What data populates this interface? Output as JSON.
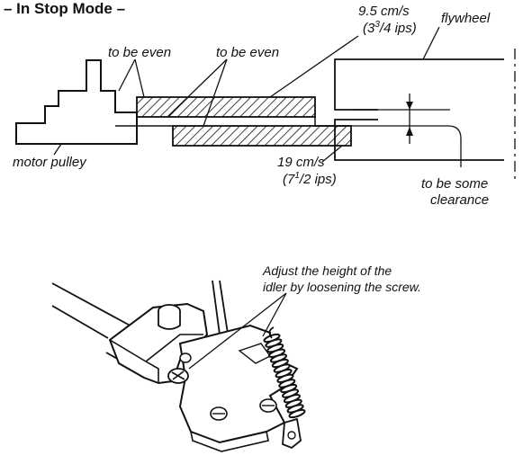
{
  "title": "– In Stop Mode –",
  "labels": {
    "speed_slow": "9.5 cm/s",
    "speed_slow_ips_pre": "(3",
    "speed_slow_ips_sup": "3",
    "speed_slow_ips_frac": "/4 ips)",
    "flywheel": "flywheel",
    "to_be_even_1": "to be even",
    "to_be_even_2": "to be even",
    "motor_pulley": "motor pulley",
    "speed_fast": "19 cm/s",
    "speed_fast_ips_pre": "(7",
    "speed_fast_ips_sup": "1",
    "speed_fast_ips_frac": "/2 ips)",
    "clearance_1": "to be some",
    "clearance_2": "clearance",
    "adjust_1": "Adjust the height of the",
    "adjust_2": "idler by loosening the screw."
  },
  "colors": {
    "ink": "#111111",
    "paper": "#ffffff"
  }
}
